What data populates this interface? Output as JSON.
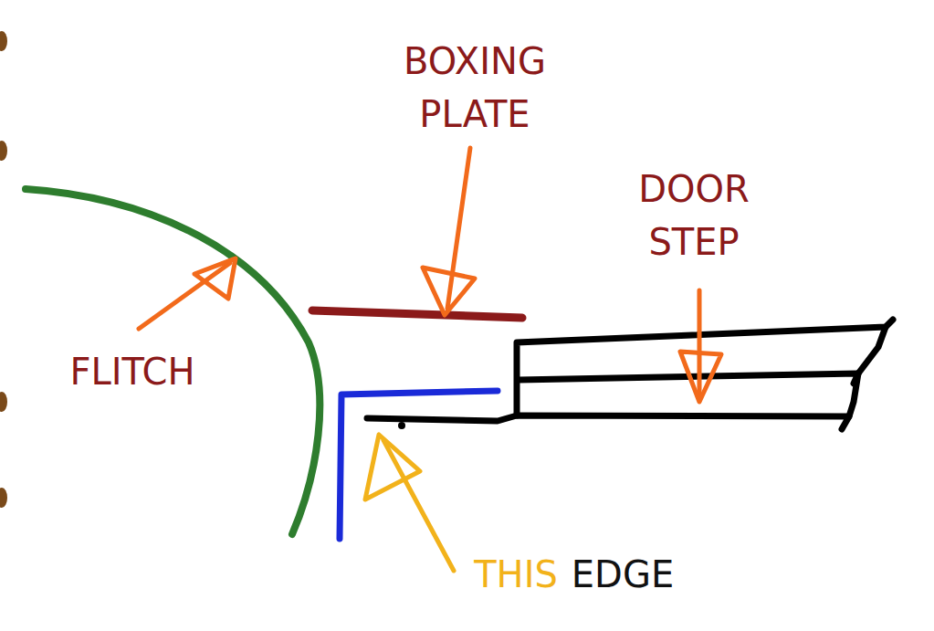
{
  "diagram": {
    "labels": [
      "BOXING PLATE",
      "DOOR STEP",
      "FLITCH",
      "THIS",
      "EDGE"
    ]
  }
}
